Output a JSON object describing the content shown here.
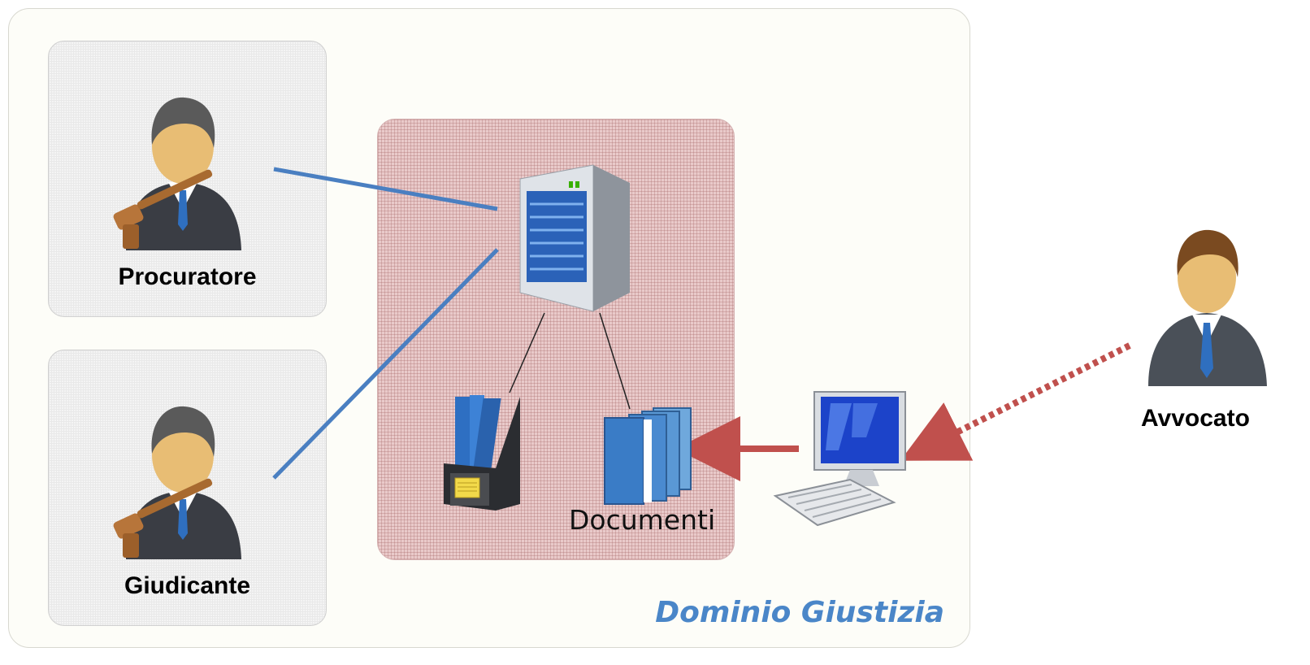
{
  "actors": {
    "procuratore": {
      "label": "Procuratore",
      "icon": "judge-gavel-icon"
    },
    "giudicante": {
      "label": "Giudicante",
      "icon": "judge-gavel-icon"
    },
    "avvocato": {
      "label": "Avvocato",
      "icon": "lawyer-icon"
    }
  },
  "server_area": {
    "server_icon": "server-icon",
    "archive_icon": "document-binder-icon",
    "books_icon": "books-icon",
    "documents_label": "Documenti"
  },
  "workstation_icon": "computer-workstation-icon",
  "domain": {
    "label": "Dominio Giustizia"
  },
  "colors": {
    "link_blue": "#4a7fc1",
    "access_red": "#c0504d",
    "domain_label": "#4a86c8"
  }
}
